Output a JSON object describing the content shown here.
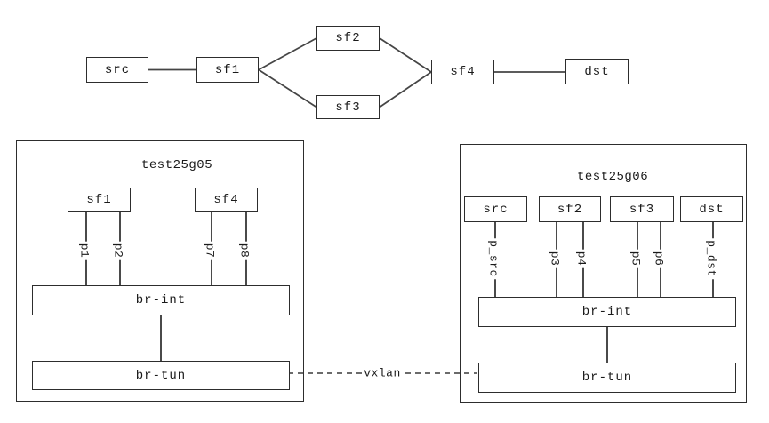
{
  "chain": {
    "nodes": [
      {
        "id": "src",
        "label": "src"
      },
      {
        "id": "sf1",
        "label": "sf1"
      },
      {
        "id": "sf2",
        "label": "sf2"
      },
      {
        "id": "sf3",
        "label": "sf3"
      },
      {
        "id": "sf4",
        "label": "sf4"
      },
      {
        "id": "dst",
        "label": "dst"
      }
    ],
    "edges": [
      [
        "src",
        "sf1"
      ],
      [
        "sf1",
        "sf2"
      ],
      [
        "sf1",
        "sf3"
      ],
      [
        "sf2",
        "sf4"
      ],
      [
        "sf3",
        "sf4"
      ],
      [
        "sf4",
        "dst"
      ]
    ]
  },
  "hosts": [
    {
      "title": "test25g05",
      "vms": [
        {
          "label": "sf1"
        },
        {
          "label": "sf4"
        }
      ],
      "ports": [
        {
          "label": "p1"
        },
        {
          "label": "p2"
        },
        {
          "label": "p7"
        },
        {
          "label": "p8"
        }
      ],
      "bridges": [
        {
          "label": "br-int"
        },
        {
          "label": "br-tun"
        }
      ]
    },
    {
      "title": "test25g06",
      "vms": [
        {
          "label": "src"
        },
        {
          "label": "sf2"
        },
        {
          "label": "sf3"
        },
        {
          "label": "dst"
        }
      ],
      "ports": [
        {
          "label": "p_src"
        },
        {
          "label": "p3"
        },
        {
          "label": "p4"
        },
        {
          "label": "p5"
        },
        {
          "label": "p6"
        },
        {
          "label": "p_dst"
        }
      ],
      "bridges": [
        {
          "label": "br-int"
        },
        {
          "label": "br-tun"
        }
      ]
    }
  ],
  "tunnel": {
    "label": "vxlan"
  },
  "colors": {
    "background": "#ffffff",
    "line": "#454545",
    "border": "#2d2d2d",
    "text": "#1a1a1a"
  }
}
